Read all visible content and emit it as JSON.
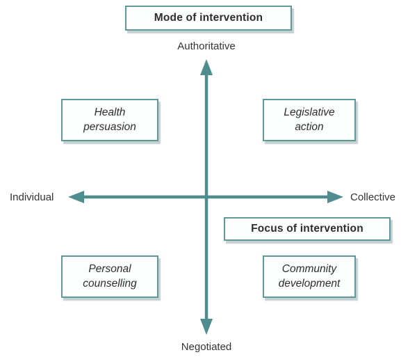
{
  "diagram": {
    "title_box_label": "Mode of intervention",
    "focus_box_label": "Focus of intervention",
    "axes": {
      "top_label": "Authoritative",
      "bottom_label": "Negotiated",
      "left_label": "Individual",
      "right_label": "Collective"
    },
    "quadrants": {
      "top_left": "Health\npersuasion",
      "top_right": "Legislative\naction",
      "bottom_left": "Personal\ncounselling",
      "bottom_right": "Community\ndevelopment"
    },
    "colors": {
      "arrow": "#4e8c8e",
      "box_border": "#5f989b",
      "box_background": "#fcfefd",
      "box_shadow": "#94a9ab",
      "text": "#2d2d2d"
    }
  }
}
